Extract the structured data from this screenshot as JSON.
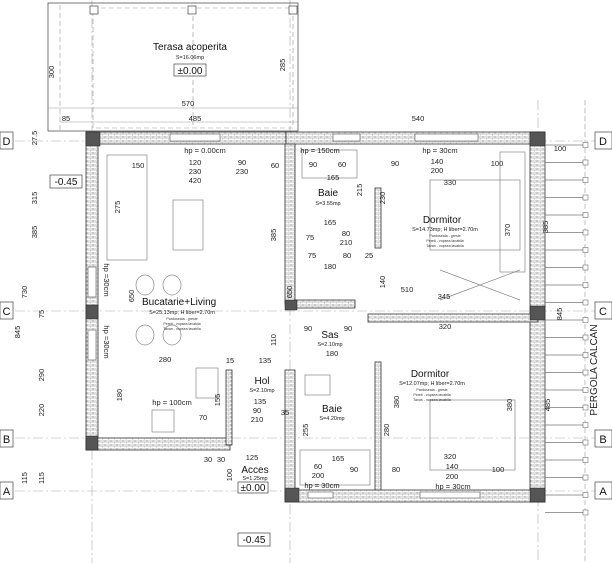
{
  "rooms": {
    "terrace": {
      "name": "Terasa acoperita",
      "area": "S=16.06mp",
      "level": "±0.00"
    },
    "living": {
      "name": "Bucatarie+Living",
      "area": "S=25.13mp; H liber=2.70m",
      "finish1": "Pardoseala - gresie",
      "finish2": "Pereti - vopsea lavabila",
      "finish3": "Tavan - vopsea lavabila"
    },
    "bath1": {
      "name": "Baie",
      "area": "S=3.55mp"
    },
    "bedroom1": {
      "name": "Dormitor",
      "area": "S=14.73mp; H liber=2.70m",
      "finish1": "Pardoseala - gresie",
      "finish2": "Pereti - vopsea lavabila",
      "finish3": "Tavan - vopsea lavabila"
    },
    "sas": {
      "name": "Sas",
      "area": "S=2.10mp"
    },
    "hol": {
      "name": "Hol",
      "area": "S=2.10mp"
    },
    "bath2": {
      "name": "Baie",
      "area": "S=4.20mp"
    },
    "bedroom2": {
      "name": "Dormitor",
      "area": "S=12.07mp; H liber=2.70m",
      "finish1": "Pardoseala - gresie",
      "finish2": "Pereti - vopsea lavabila",
      "finish3": "Tavan - vopsea lavabila"
    },
    "acces": {
      "name": "Acces",
      "area": "S=1.25mp",
      "level": "±0.00"
    }
  },
  "levels": {
    "outside_left": "-0.45",
    "outside_bottom": "-0.45"
  },
  "sill_heights": {
    "top_living": "hp = 0.00cm",
    "bath1": "hp = 150cm",
    "bedroom1": "hp = 30cm",
    "living_side1": "hp =30cm",
    "living_side2": "hp =30cm",
    "living_bottom": "hp = 100cm",
    "bath2": "hp = 30cm",
    "bedroom2": "hp = 30cm"
  },
  "axes": [
    "A",
    "B",
    "C",
    "D"
  ],
  "pergola_label": "PERGOLA CALCAN",
  "dimensions": {
    "terrace_h_left": "300",
    "terrace_h_right": "285",
    "terrace_w": "570",
    "terrace_inner": "485",
    "terrace_off": "85",
    "right_w": "540",
    "wall_275": "27.5",
    "w150": "150",
    "w120": "120",
    "w230": "230",
    "w420": "420",
    "w90": "90",
    "w230b": "230",
    "w60": "60",
    "l315": "315",
    "l385": "385",
    "l730": "730",
    "l845": "845",
    "l75": "75",
    "l290": "290",
    "l220": "220",
    "l115": "115",
    "l115b": "115",
    "sofa275": "275",
    "v385": "385",
    "v650a": "650",
    "v650b": "650",
    "b90": "90",
    "b60": "60",
    "b165": "165",
    "b215": "215",
    "b165b": "165",
    "b75": "75",
    "b80": "80",
    "b210": "210",
    "d90": "90",
    "d140": "140",
    "d200": "200",
    "d100": "100",
    "d330": "330",
    "d230": "230",
    "d370": "370",
    "r385": "385",
    "r100": "100",
    "c180": "180",
    "c140": "140",
    "c510": "510",
    "c345": "345",
    "c75": "75",
    "c80": "80",
    "c25": "25",
    "k280": "280",
    "k180": "180",
    "k155": "155",
    "k15": "15",
    "k135": "135",
    "k110": "110",
    "k70": "70",
    "s90": "90",
    "s90b": "90",
    "s180": "180",
    "s320": "320",
    "h135": "135",
    "h90": "90",
    "h210": "210",
    "h35": "35",
    "e380": "380",
    "e380b": "380",
    "e280": "280",
    "e255": "255",
    "e165": "165",
    "e90": "90",
    "f320": "320",
    "f80": "80",
    "f140": "140",
    "f200": "200",
    "f100": "100",
    "f60": "60",
    "f200b": "200",
    "a125": "125",
    "a100": "100",
    "a30": "30",
    "a30b": "30",
    "r485": "485",
    "r845": "845"
  }
}
